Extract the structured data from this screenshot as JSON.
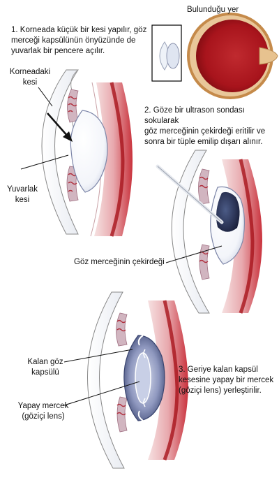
{
  "location_title": "Bulunduğu yer",
  "step1": "1. Korneada küçük bir kesi yapılır, göz\nmerceği kapsülünün önyüzünde de\nyuvarlak bir pencere açılır.",
  "step2": "2. Göze bir ultrason sondası sokularak\ngöz merceğinin çekirdeği eritilir ve\nsonra bir tüple emilip dışarı alınır.",
  "step3": "3. Geriye kalan kapsül\nkesesine yapay bir mercek\n(göziçi lens) yerleştirilir.",
  "labels": {
    "corneal_incision": "Korneadaki\nkesi",
    "round_incision": "Yuvarlak\nkesi",
    "lens_nucleus": "Göz merceğinin çekirdeği",
    "remaining_capsule": "Kalan göz\nkapsülü",
    "artificial_lens": "Yapay mercek\n(göziçi lens)"
  }
}
